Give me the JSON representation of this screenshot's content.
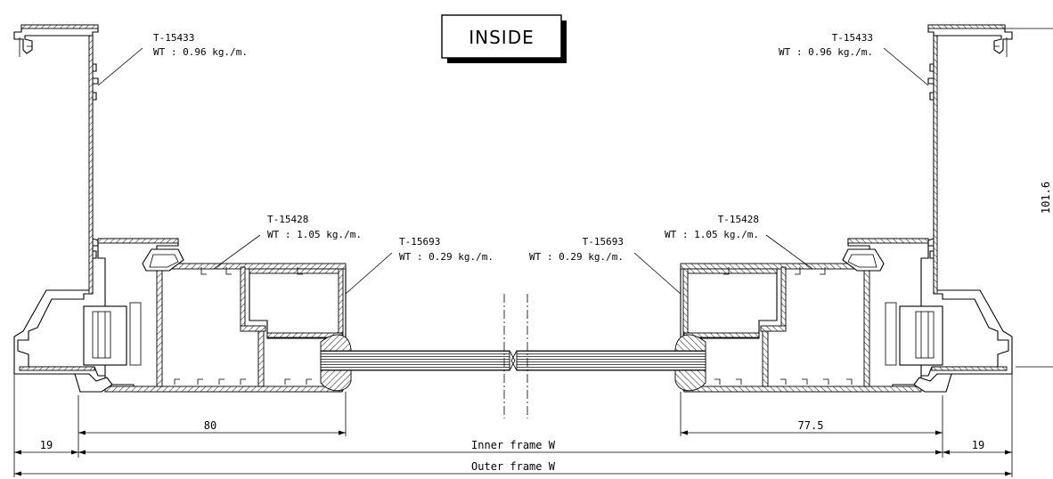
{
  "title": "INSIDE",
  "parts": [
    {
      "id": "T-15433",
      "weight": "WT : 0.96 kg./m."
    },
    {
      "id": "T-15428",
      "weight": "WT : 1.05 kg./m."
    },
    {
      "id": "T-15693",
      "weight": "WT : 0.29 kg./m."
    },
    {
      "id": "T-15693",
      "weight": "WT : 0.29 kg./m."
    },
    {
      "id": "T-15428",
      "weight": "WT : 1.05 kg./m."
    },
    {
      "id": "T-15433",
      "weight": "WT : 0.96 kg./m."
    }
  ],
  "dimensions": {
    "left_frame_depth": "80",
    "right_frame_depth": "77.5",
    "left_offset": "19",
    "right_offset": "19",
    "inner_frame": "Inner frame W",
    "outer_frame": "Outer frame W",
    "height": "101.6"
  }
}
